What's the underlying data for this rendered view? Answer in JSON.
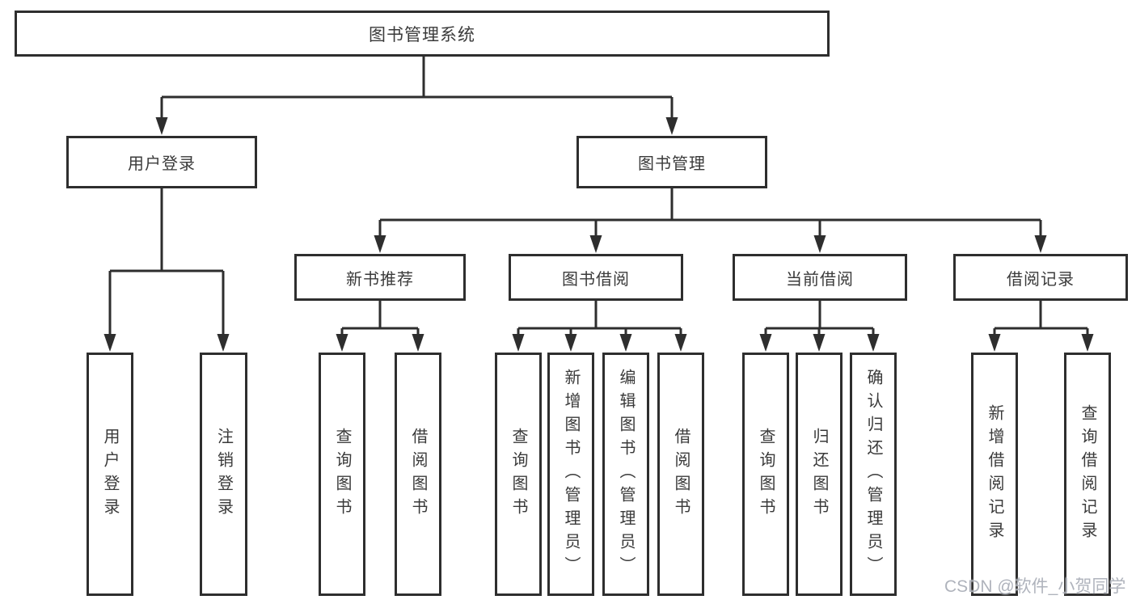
{
  "tree": {
    "root": "图书管理系统",
    "branches": [
      {
        "label": "用户登录",
        "leaves": [
          "用户登录",
          "注销登录"
        ]
      },
      {
        "label": "图书管理",
        "groups": [
          {
            "label": "新书推荐",
            "leaves": [
              "查询图书",
              "借阅图书"
            ]
          },
          {
            "label": "图书借阅",
            "leaves": [
              "查询图书",
              "新增图书（管理员）",
              "编辑图书（管理员）",
              "借阅图书"
            ]
          },
          {
            "label": "当前借阅",
            "leaves": [
              "查询图书",
              "归还图书",
              "确认归还（管理员）"
            ]
          },
          {
            "label": "借阅记录",
            "leaves": [
              "新增借阅记录",
              "查询借阅记录"
            ]
          }
        ]
      }
    ]
  },
  "watermark": {
    "text": "CSDN @软件_小贺同学"
  },
  "colors": {
    "line": "#2e2e2e",
    "box_border": "#2e2e2e",
    "box_fill": "#ffffff",
    "text": "#3a3a3a",
    "background": "#ffffff",
    "watermark": "#a8adb6"
  }
}
